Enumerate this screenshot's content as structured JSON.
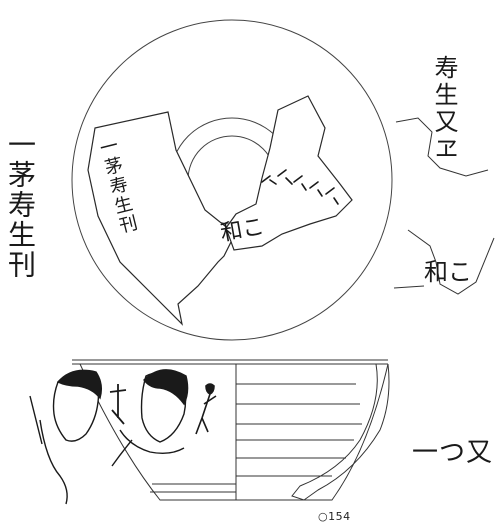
{
  "figure": {
    "number": "○154"
  },
  "inscriptions": {
    "outer_left": "一茅寿生刊",
    "fragment_a": "一茅寿生刊",
    "fragment_b_mark": "和こ",
    "right_upper": "寿生又ヱ",
    "right_mark": "和こ",
    "side_text": "一つ又"
  },
  "colors": {
    "ink": "#1a1a1a",
    "line": "#333333",
    "paper": "#ffffff"
  }
}
